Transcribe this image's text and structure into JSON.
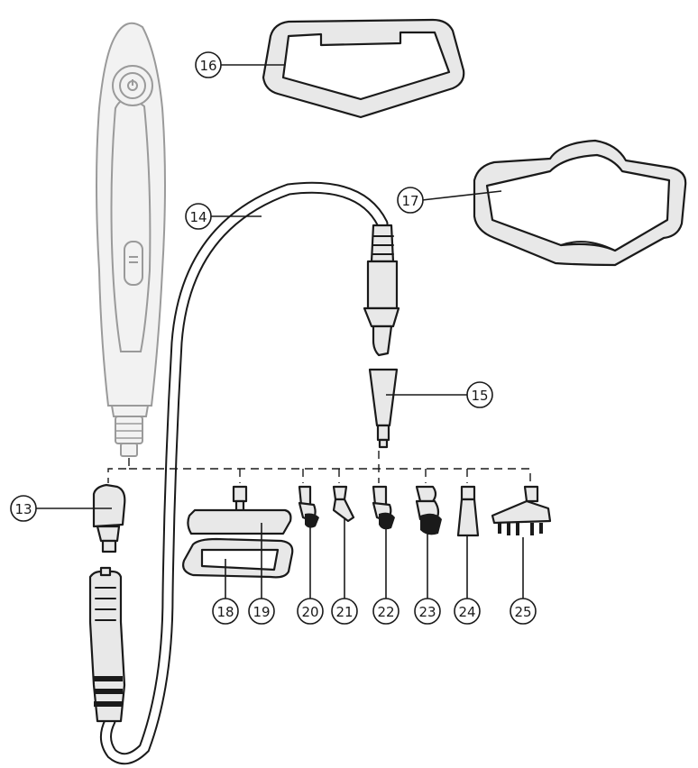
{
  "callouts": {
    "c13": "13",
    "c14": "14",
    "c15": "15",
    "c16": "16",
    "c17": "17",
    "c18": "18",
    "c19": "19",
    "c20": "20",
    "c21": "21",
    "c22": "22",
    "c23": "23",
    "c24": "24",
    "c25": "25"
  },
  "colors": {
    "line": "#1a1a1a",
    "part_fill": "#e8e8e8",
    "handle_fill": "#f2f2f2"
  }
}
